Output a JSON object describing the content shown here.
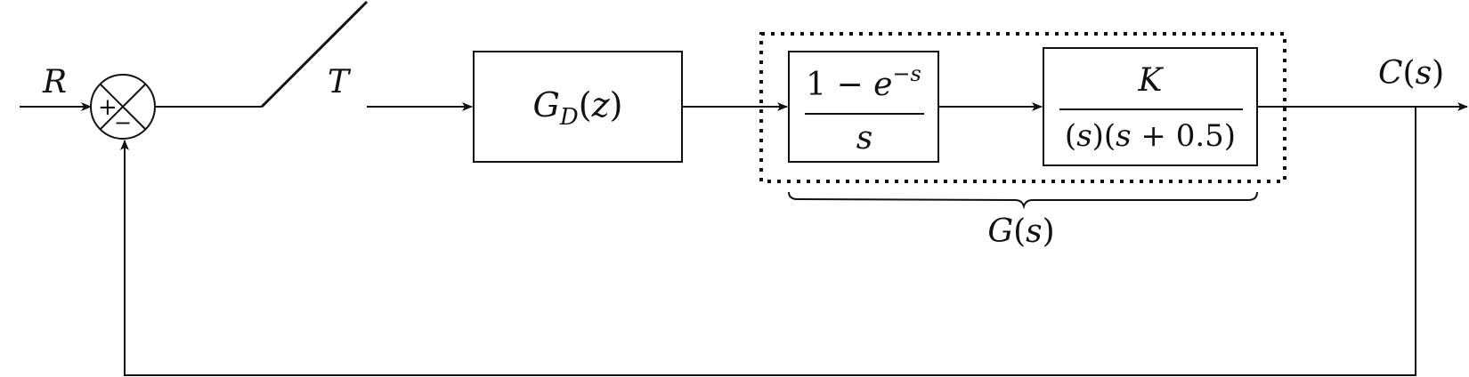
{
  "signals": {
    "input": "R",
    "sampler": "T",
    "output": "C(s)"
  },
  "summing_junction": {
    "plus": "+",
    "minus": "−"
  },
  "blocks": {
    "controller": "G_D(z)",
    "zoh": {
      "numerator": "1 − e^−s",
      "denominator": "s"
    },
    "plant": {
      "numerator": "K",
      "denominator": "(s)(s + 0.5)"
    }
  },
  "group_label": "G(s)"
}
